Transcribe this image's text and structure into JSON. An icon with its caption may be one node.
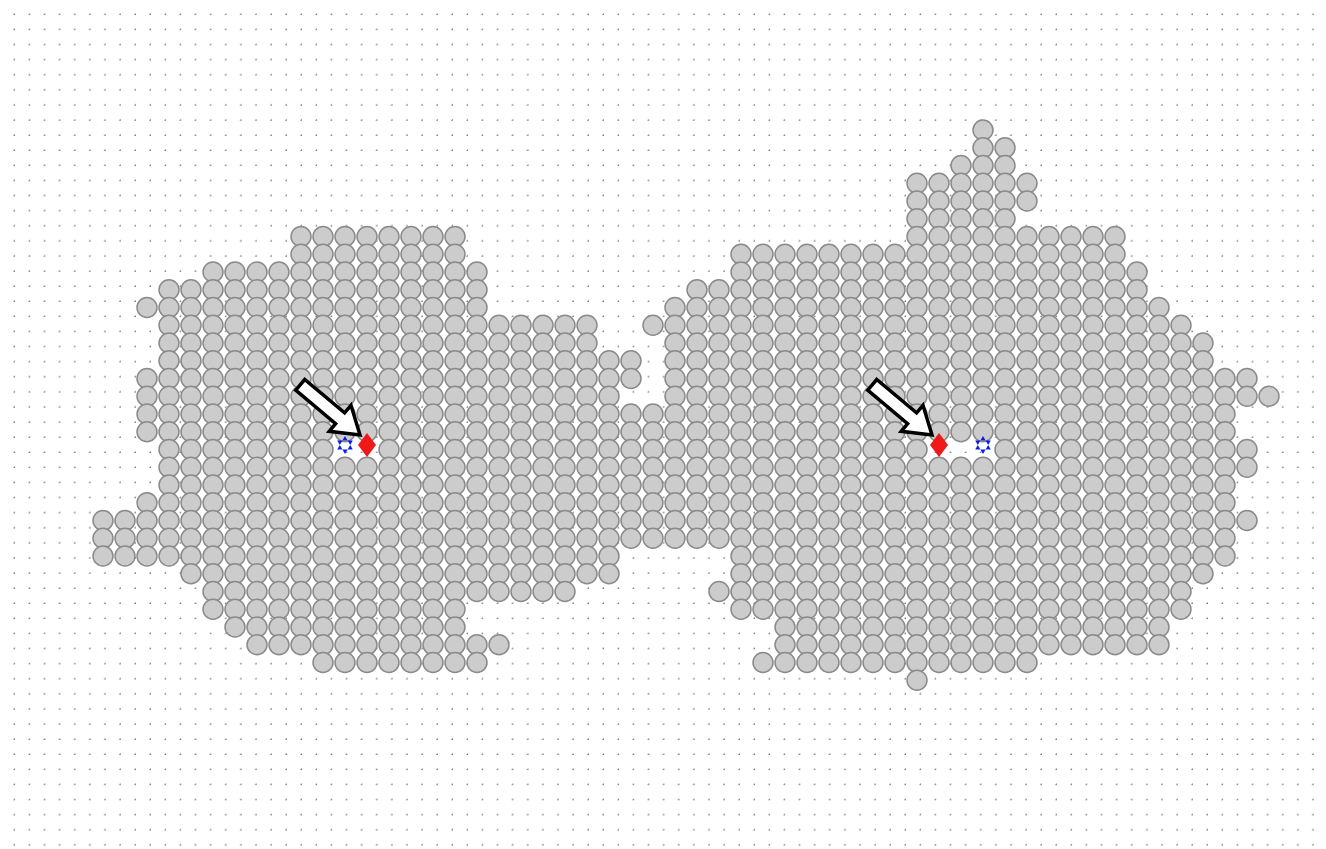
{
  "diagram": {
    "nodes": [
      {
        "text": [],
        "shape": "diamond"
      },
      {
        "text": [],
        "shape": "diamond"
      }
    ],
    "edges": [
      {
        "from": null,
        "to": 0,
        "arrow": "to"
      },
      {
        "from": null,
        "to": 1,
        "arrow": "to"
      }
    ]
  }
}
